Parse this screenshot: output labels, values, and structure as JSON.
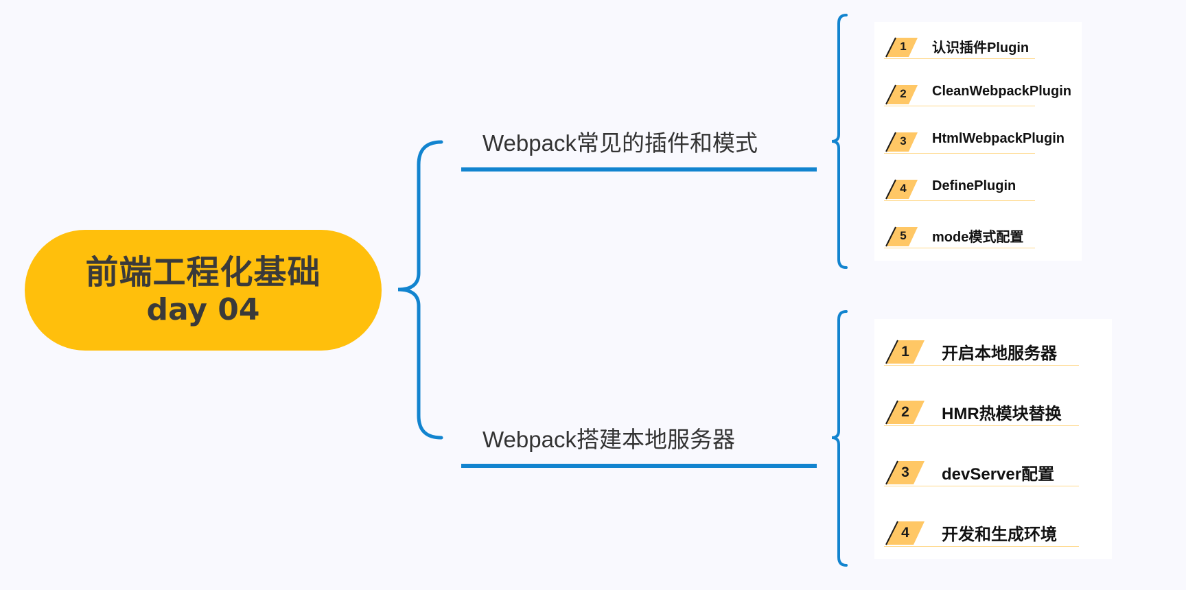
{
  "root": {
    "title": "前端工程化基础",
    "subtitle": "day 04"
  },
  "branches": [
    {
      "label": "Webpack常见的插件和模式",
      "items": [
        {
          "num": "1",
          "label": "认识插件Plugin"
        },
        {
          "num": "2",
          "label": "CleanWebpackPlugin"
        },
        {
          "num": "3",
          "label": "HtmlWebpackPlugin"
        },
        {
          "num": "4",
          "label": "DefinePlugin"
        },
        {
          "num": "5",
          "label": "mode模式配置"
        }
      ]
    },
    {
      "label": "Webpack搭建本地服务器",
      "items": [
        {
          "num": "1",
          "label": "开启本地服务器"
        },
        {
          "num": "2",
          "label": "HMR热模块替换"
        },
        {
          "num": "3",
          "label": "devServer配置"
        },
        {
          "num": "4",
          "label": "开发和生成环境"
        }
      ]
    }
  ],
  "colors": {
    "root_fill": "#ffbf0c",
    "connector": "#1284cf",
    "badge_fill": "#ffc765",
    "badge_stroke": "#1a1a1a",
    "background": "#f9f9fe"
  }
}
